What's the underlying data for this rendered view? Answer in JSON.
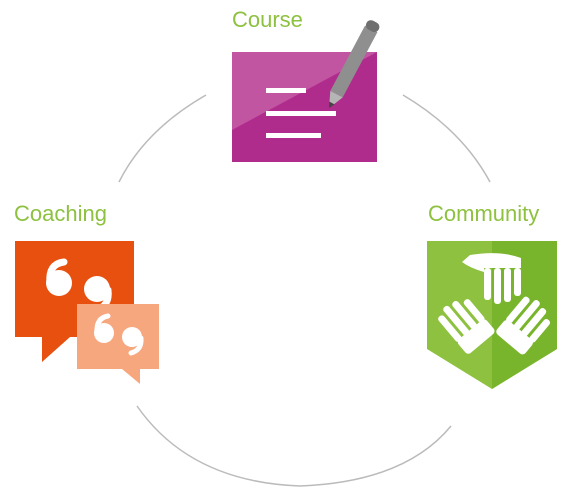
{
  "diagram": {
    "nodes": [
      {
        "id": "course",
        "label": "Course",
        "icon": "pencil-paper-icon"
      },
      {
        "id": "coaching",
        "label": "Coaching",
        "icon": "speech-bubbles-icon"
      },
      {
        "id": "community",
        "label": "Community",
        "icon": "joined-hands-icon"
      }
    ],
    "colors": {
      "label": "#8dc13f",
      "course_purple": "#b02c8c",
      "course_purple_light": "#c45aa4",
      "coaching_orange": "#e8500f",
      "coaching_peach": "#f6a77e",
      "community_green": "#8dc13f",
      "community_green_dark": "#79b52c",
      "cycle_line": "#bbbbbb"
    }
  }
}
